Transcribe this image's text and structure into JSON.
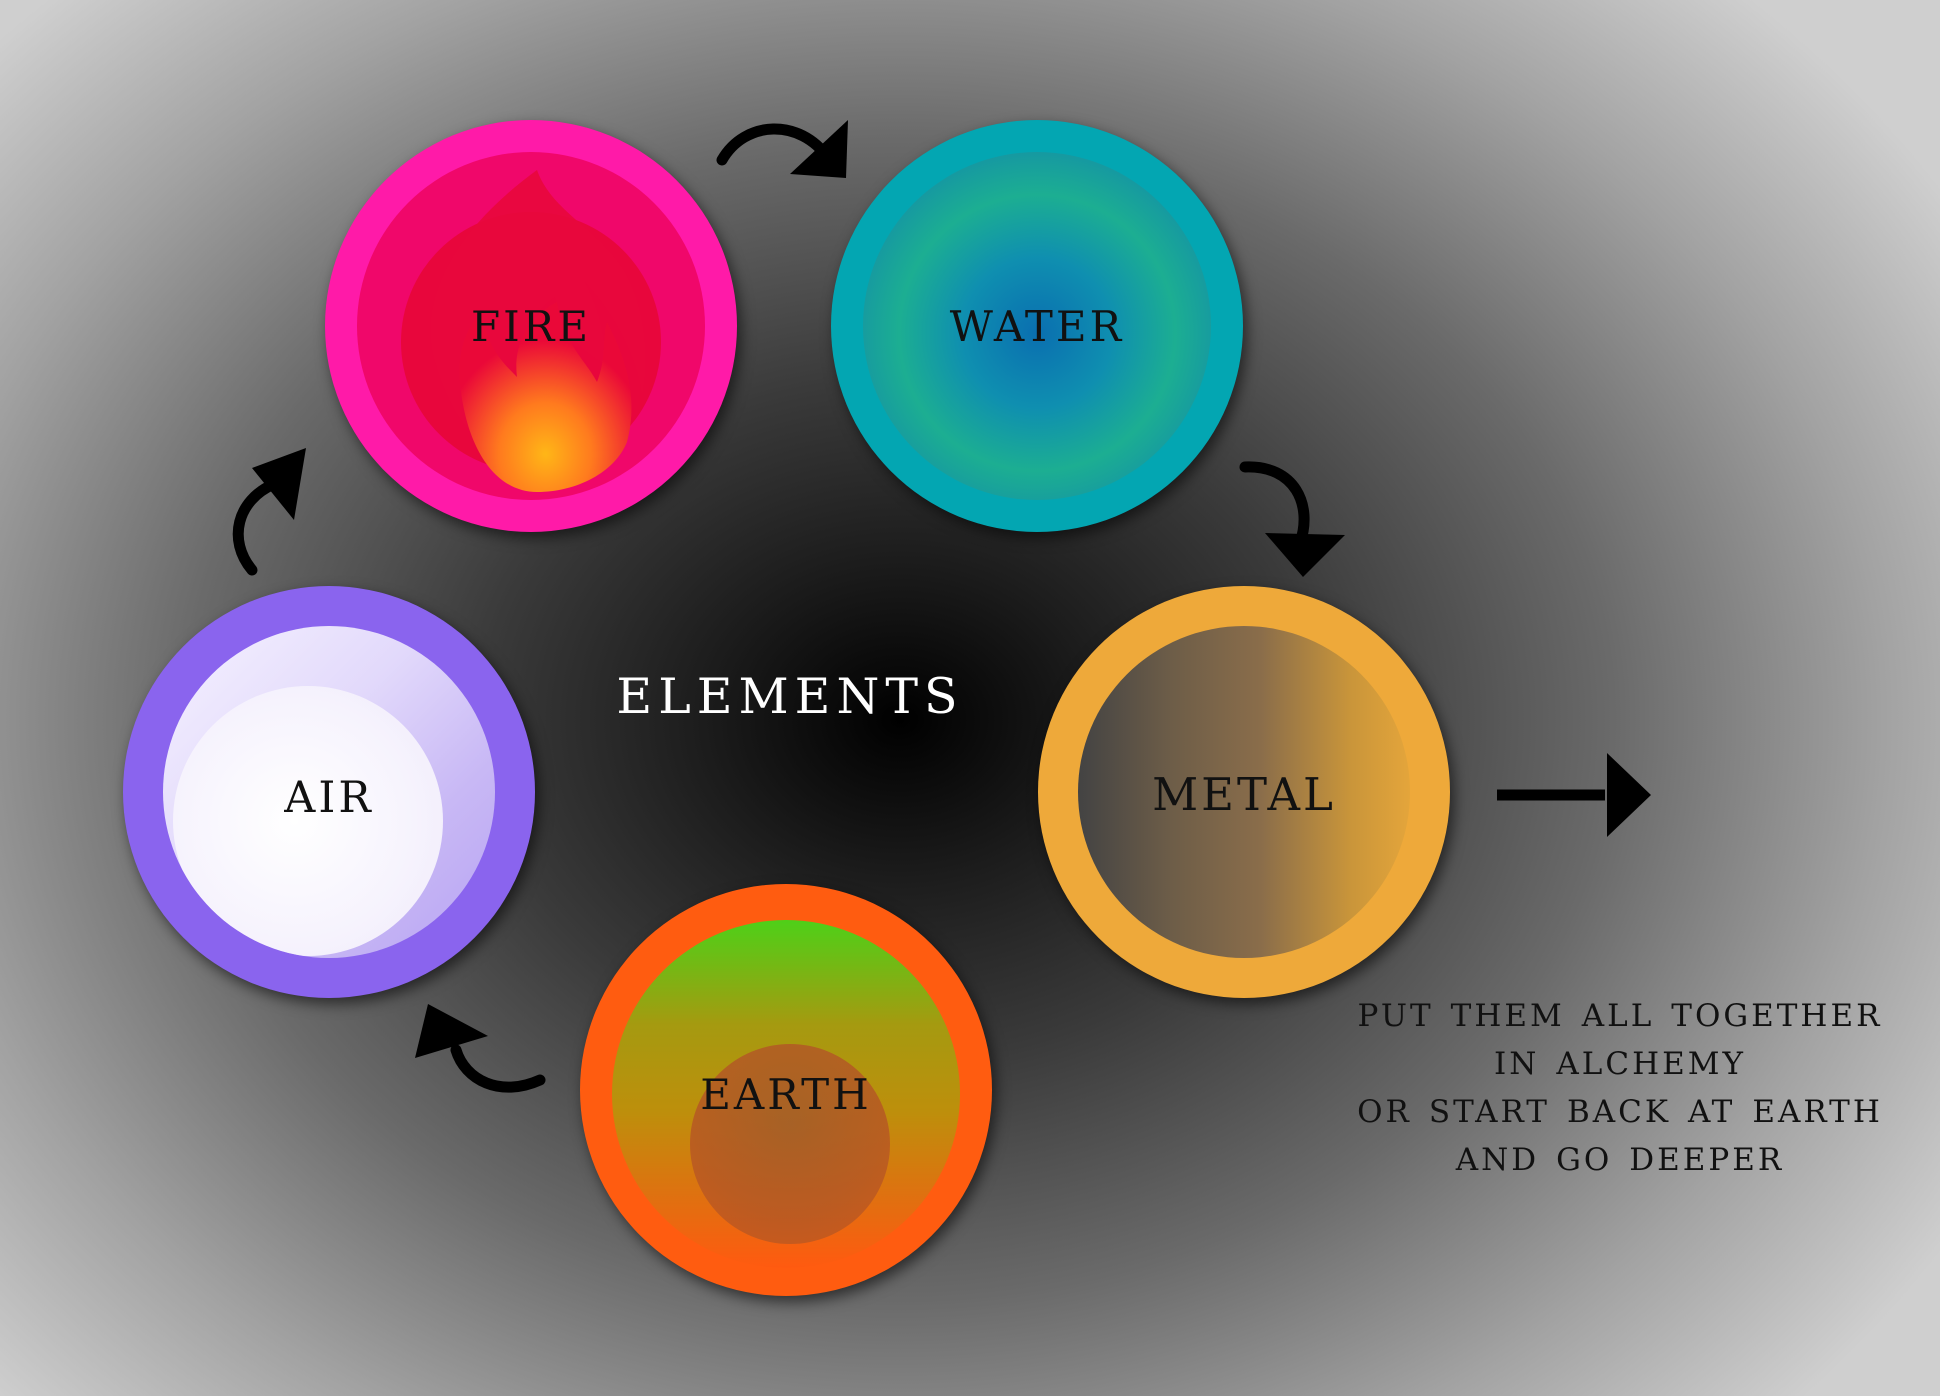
{
  "title": "ELEMENTS",
  "elements": [
    {
      "name": "FIRE",
      "ring_color": "#ff1aa8",
      "inner_color": "#f0076a"
    },
    {
      "name": "WATER",
      "ring_color": "#03a6b2",
      "inner_color": "#0a6fb0"
    },
    {
      "name": "METAL",
      "ring_color": "#eea93a",
      "inner_color": "#8a6d4a"
    },
    {
      "name": "EARTH",
      "ring_color": "#ff5c10",
      "inner_color": "#b88a12"
    },
    {
      "name": "AIR",
      "ring_color": "#8a64ee",
      "inner_color": "#ece6fb"
    }
  ],
  "note": [
    "PUT THEM ALL TOGETHER",
    "IN ALCHEMY",
    "OR START BACK AT EARTH",
    "AND GO DEEPER"
  ]
}
